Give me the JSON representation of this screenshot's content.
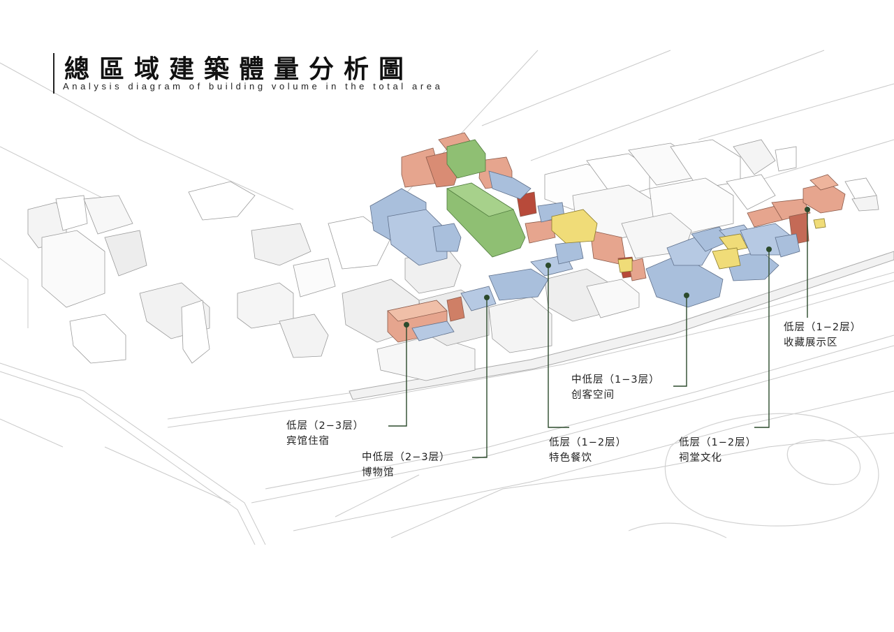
{
  "title": {
    "zh": "總區域建築體量分析圖",
    "en": "Analysis diagram of building volume in the total area"
  },
  "colors": {
    "hotel": "#e6a58e",
    "museum": "#a9bfdc",
    "maker": "#a9bfdc",
    "ancestral": "#f0dc78",
    "collection": "#e6a58e",
    "green": "#8fbf73",
    "leader": "#2c4a2c"
  },
  "labels": [
    {
      "id": "hotel",
      "line1": "低层（2−3层）",
      "line2": "宾馆住宿"
    },
    {
      "id": "museum",
      "line1": "中低层（2−3层）",
      "line2": "博物馆"
    },
    {
      "id": "dining",
      "line1": "低层（1−2层）",
      "line2": "特色餐饮"
    },
    {
      "id": "maker",
      "line1": "中低层（1−3层）",
      "line2": "创客空间"
    },
    {
      "id": "ancestral",
      "line1": "低层（1−2层）",
      "line2": "祠堂文化"
    },
    {
      "id": "collection",
      "line1": "低层（1−2层）",
      "line2": "收藏展示区"
    }
  ]
}
